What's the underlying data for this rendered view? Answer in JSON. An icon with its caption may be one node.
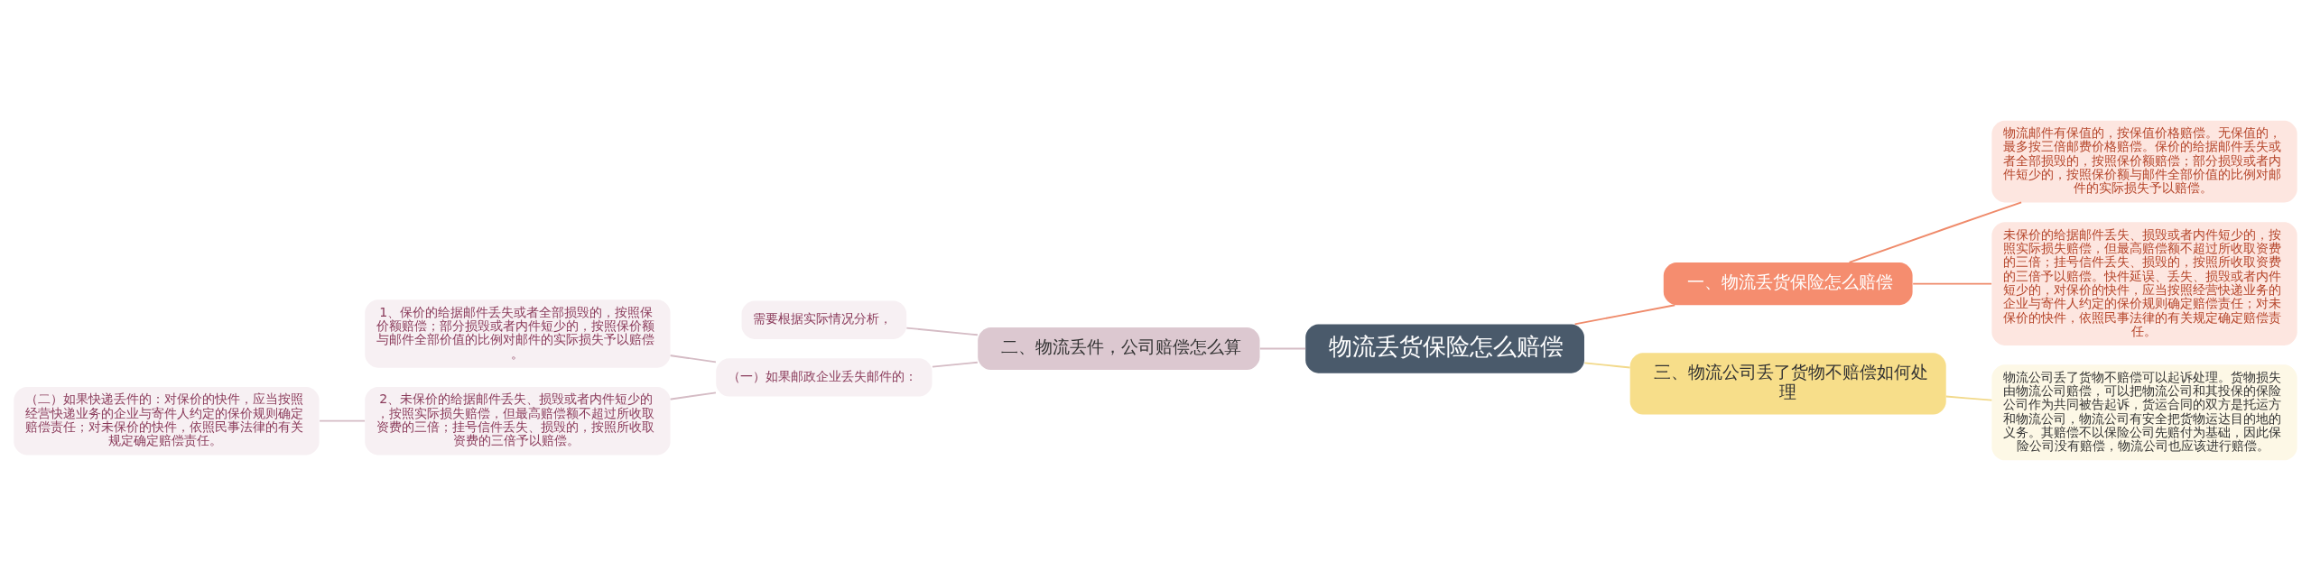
{
  "diagram": {
    "nodes": [
      {
        "text": [
          "物流丢货保险怎么赔偿"
        ]
      },
      {
        "text": [
          "一、物流丢货保险怎么赔偿"
        ]
      },
      {
        "text": [
          "物流邮件有保值的，按保值价格赔偿。无保值的，最多按三倍邮费价格赔偿。保价的给据邮件丢失或者全部损毁的，按照保价额赔偿；部分损毁或者内件短少的，按照保价额与邮件全部价值的比例对邮件的实际损失予以赔偿。"
        ]
      },
      {
        "text": [
          "未保价的给据邮件丢失、损毁或者内件短少的，按照实际损失赔偿，但最高赔偿额不超过所收取资费的三倍；挂号信件丢失、损毁的，按照所收取资费的三倍予以赔偿。快件延误、丢失、损毁或者内件短少的，对保价的快件，应当按照经营快递业务的企业与寄件人约定的保价规则确定赔偿责任；对未保价的快件，依照民事法律的有关规定确定赔偿责任。"
        ]
      },
      {
        "text": [
          "二、物流丢件，公司赔偿怎么算"
        ]
      },
      {
        "text": [
          "需要根据实际情况分析，"
        ]
      },
      {
        "text": [
          "（一）如果邮政企业丢失邮件的："
        ]
      },
      {
        "text": [
          "1、保价的给据邮件丢失或者全部损毁的，按照保价额赔偿；部分损毁或者内件短少的，按照保价额与邮件全部价值的比例对邮件的实际损失予以赔偿。"
        ]
      },
      {
        "text": [
          "2、未保价的给据邮件丢失、损毁或者内件短少的，按照实际损失赔偿，但最高赔偿额不超过所收取资费的三倍；挂号信件丢失、损毁的，按照所收取资费的三倍予以赔偿。"
        ]
      },
      {
        "text": [
          "（二）如果快递丢件的：对保价的快件，应当按照经营快递业务的企业与寄件人约定的保价规则确定赔偿责任；对未保价的快件，依照民事法律的有关规定确定赔偿责任。"
        ]
      },
      {
        "text": [
          "三、物流公司丢了货物不赔偿如何处理"
        ]
      },
      {
        "text": [
          "物流公司丢了货物不赔偿可以起诉处理。货物损失由物流公司赔偿，可以把物流公司和其投保的保险公司作为共同被告起诉，货运合同的双方是托运方和物流公司，物流公司有安全把货物运达目的地的义务。其赔偿不以保险公司先赔付为基础，因此保险公司没有赔偿，物流公司也应该进行赔偿。"
        ]
      }
    ],
    "edges": [
      {
        "from": 0,
        "to": 1,
        "arrow": "none",
        "color": "#ef8a6a"
      },
      {
        "from": 1,
        "to": 2,
        "arrow": "none",
        "color": "#ef8a6a"
      },
      {
        "from": 1,
        "to": 3,
        "arrow": "none",
        "color": "#ef8a6a"
      },
      {
        "from": 0,
        "to": 4,
        "arrow": "none"
      },
      {
        "from": 4,
        "to": 5,
        "arrow": "none"
      },
      {
        "from": 4,
        "to": 6,
        "arrow": "none"
      },
      {
        "from": 6,
        "to": 7,
        "arrow": "none"
      },
      {
        "from": 6,
        "to": 8,
        "arrow": "none"
      },
      {
        "from": 8,
        "to": 9,
        "arrow": "none"
      },
      {
        "from": 0,
        "to": 10,
        "arrow": "none",
        "color": "#f2d98a"
      },
      {
        "from": 10,
        "to": 11,
        "arrow": "none",
        "color": "#f2d98a"
      }
    ]
  }
}
